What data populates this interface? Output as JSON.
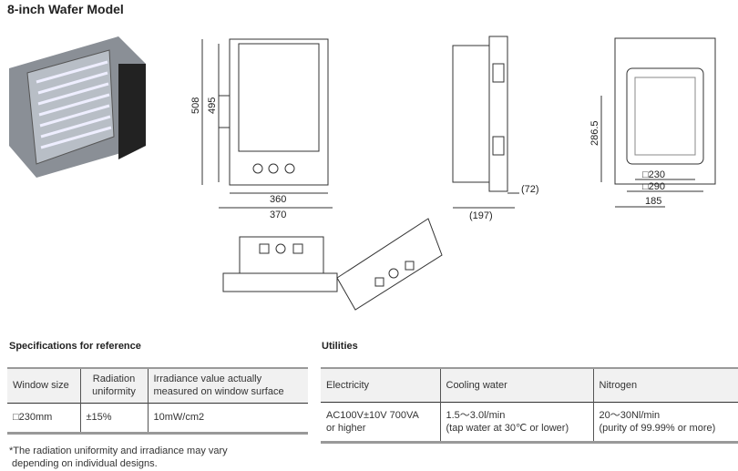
{
  "title": "8-inch Wafer Model",
  "dimensions": {
    "front_height_outer": "508",
    "front_height_inner": "495",
    "front_width_inner": "360",
    "front_width_outer": "370",
    "side_depth_small": "(72)",
    "side_depth_total": "(197)",
    "rear_height": "286.5",
    "rear_window": "□230",
    "rear_flange": "□290",
    "rear_offset": "185"
  },
  "specs": {
    "heading": "Specifications for reference",
    "headers": [
      "Window size",
      "Radiation uniformity",
      "Irradiance value actually measured on window surface"
    ],
    "row": [
      "□230mm",
      "±15%",
      "10mW/cm2"
    ],
    "note_line1": "*The radiation uniformity and irradiance may vary",
    "note_line2": " depending on individual designs."
  },
  "utilities": {
    "heading": "Utilities",
    "headers": [
      "Electricity",
      "Cooling water",
      "Nitrogen"
    ],
    "row": [
      [
        "AC100V±10V 700VA",
        "or higher"
      ],
      [
        "1.5～3.0l/min",
        "(tap water at 30℃ or lower)"
      ],
      [
        "20～30Nl/min",
        "(purity of 99.99% or more)"
      ]
    ]
  }
}
